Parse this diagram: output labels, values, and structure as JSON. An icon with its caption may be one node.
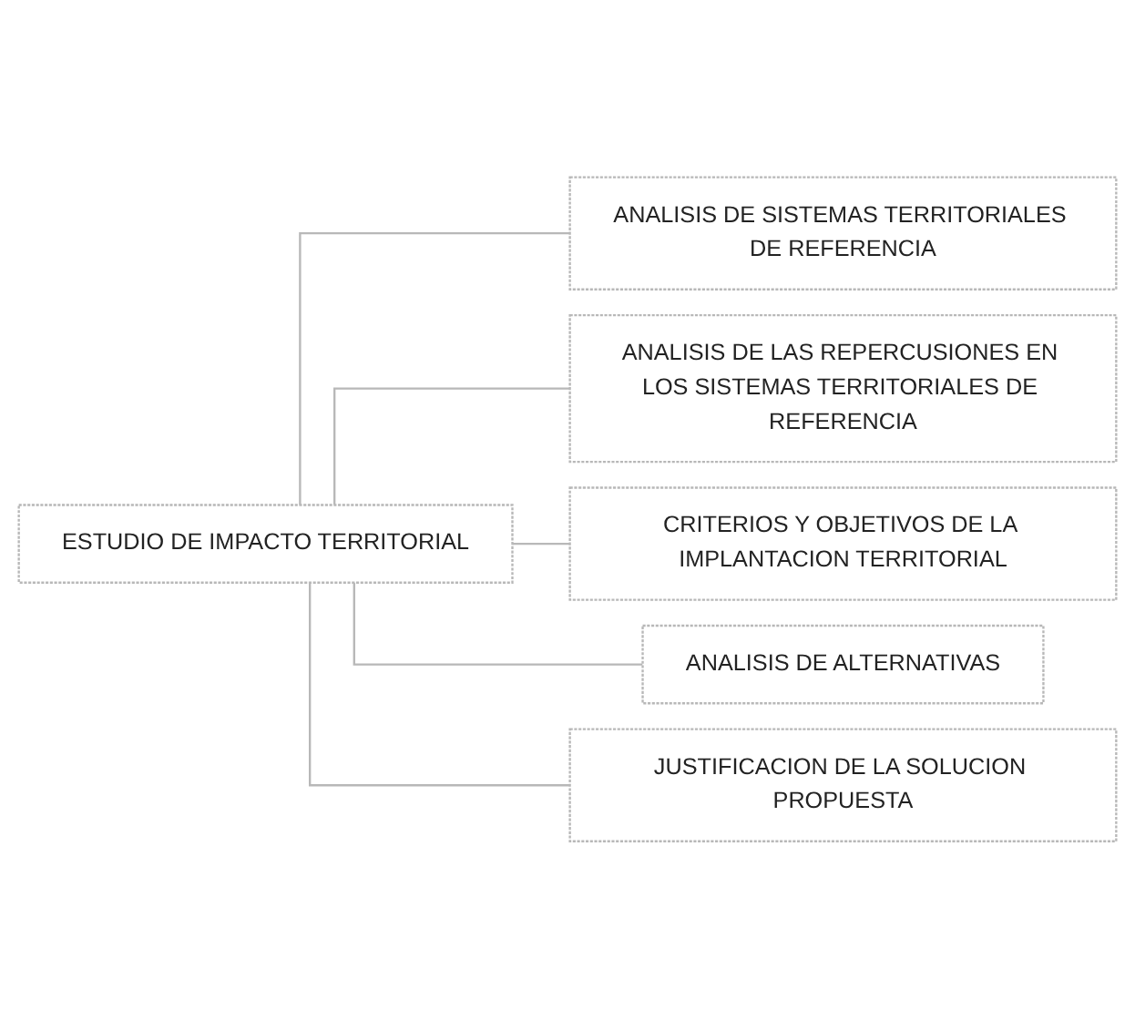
{
  "diagram": {
    "nodes": [
      {
        "text": [
          "ESTUDIO DE IMPACTO TERRITORIAL"
        ]
      },
      {
        "text": [
          "ANALISIS DE SISTEMAS TERRITORIALES DE REFERENCIA"
        ]
      },
      {
        "text": [
          "ANALISIS DE LAS REPERCUSIONES EN LOS SISTEMAS TERRITORIALES DE REFERENCIA"
        ]
      },
      {
        "text": [
          "CRITERIOS Y OBJETIVOS DE LA IMPLANTACION TERRITORIAL"
        ]
      },
      {
        "text": [
          "ANALISIS DE ALTERNATIVAS"
        ]
      },
      {
        "text": [
          "JUSTIFICACION DE LA SOLUCION PROPUESTA"
        ]
      }
    ],
    "edges": [
      {
        "from": 0,
        "to": 1,
        "arrow": "none"
      },
      {
        "from": 0,
        "to": 2,
        "arrow": "none"
      },
      {
        "from": 0,
        "to": 3,
        "arrow": "none"
      },
      {
        "from": 0,
        "to": 4,
        "arrow": "none"
      },
      {
        "from": 0,
        "to": 5,
        "arrow": "none"
      }
    ]
  }
}
